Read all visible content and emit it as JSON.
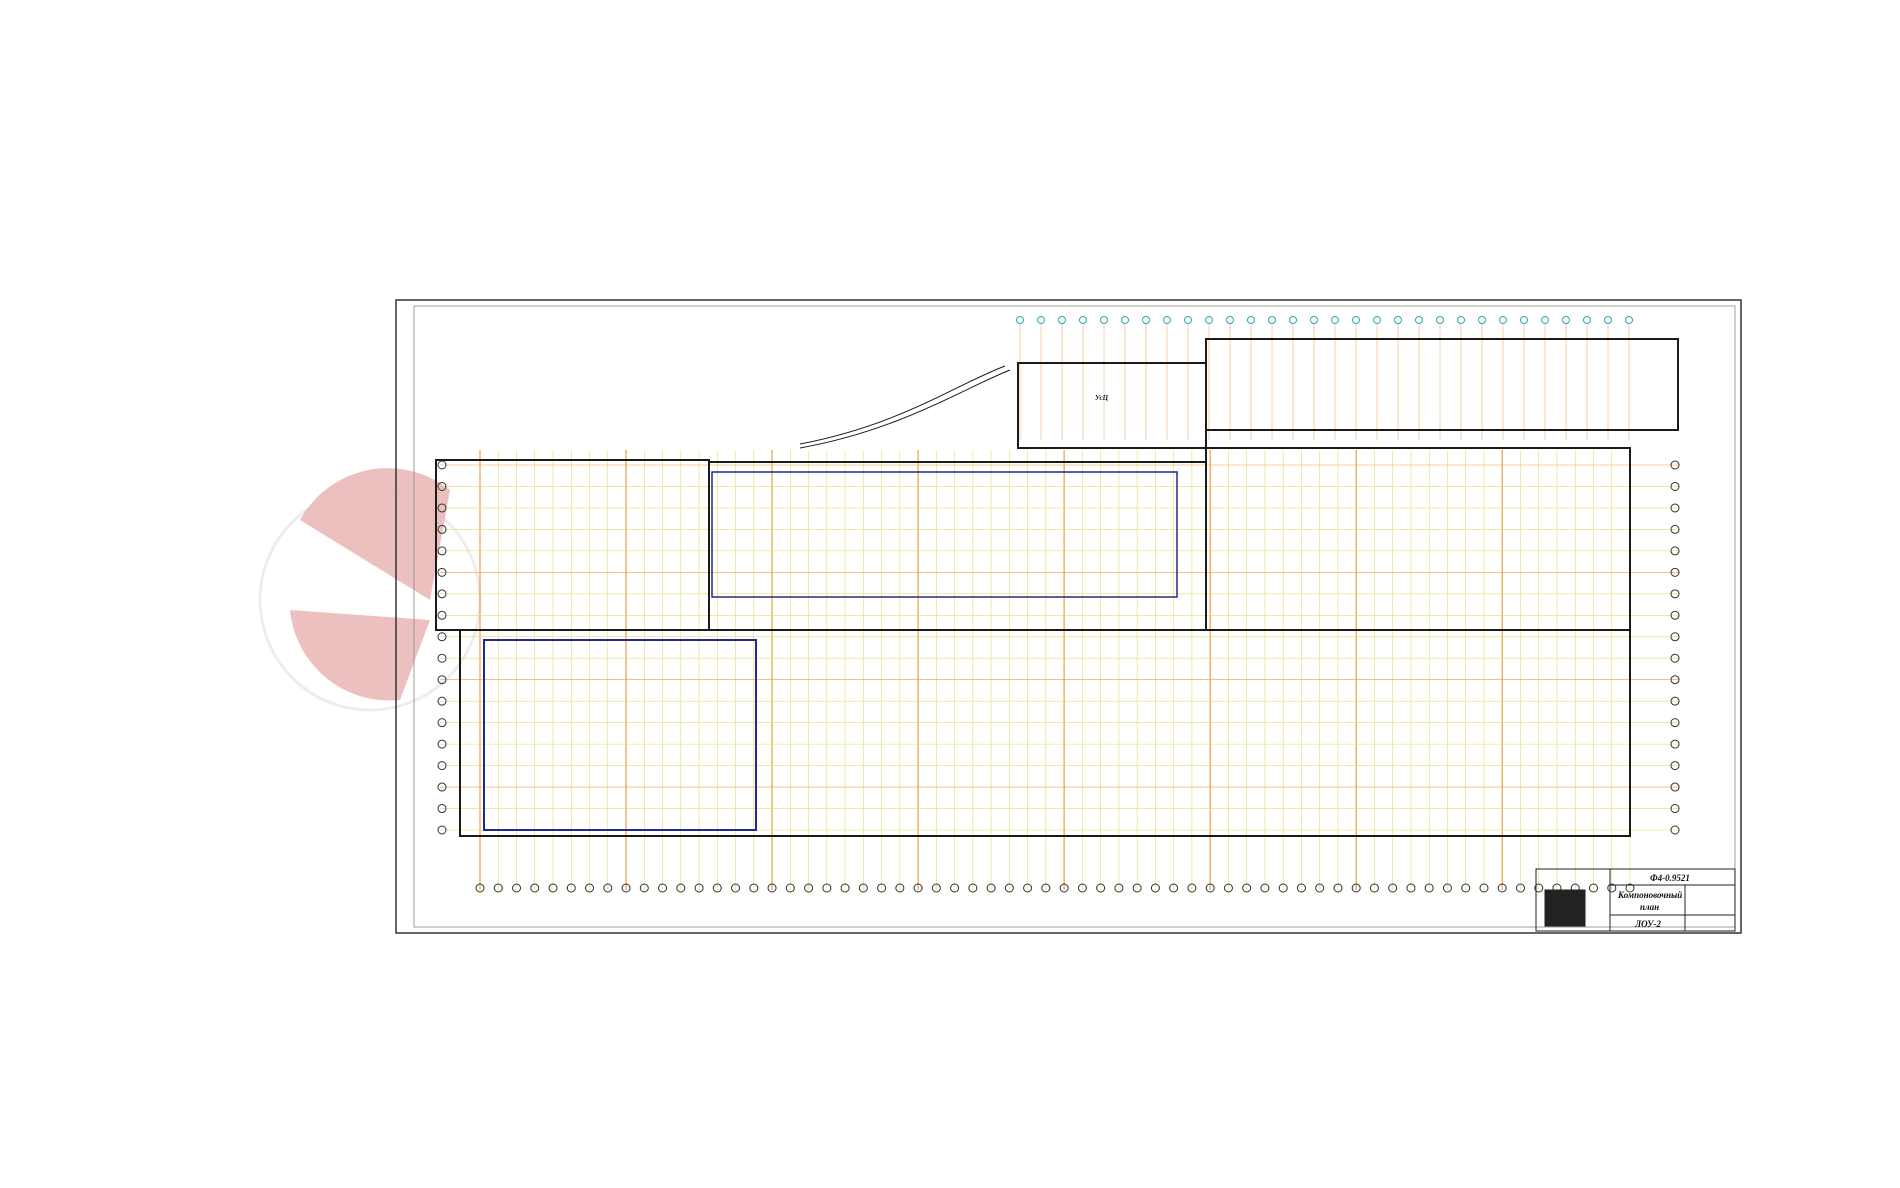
{
  "drawing": {
    "type": "factory floor layout plan",
    "title_block": {
      "code": "Ф4-0.9521",
      "title_line1": "Компоновочный",
      "title_line2": "план",
      "sheet": "ЛОУ-2"
    },
    "building_labels": {
      "uk_block": "УсЦ"
    }
  },
  "colors": {
    "line": "#1a1a1a",
    "blue_outline": "#1f2a8a",
    "grid_orange": "#e8a040",
    "grid_yellow": "#e8d870",
    "axis_cyan": "#2aa8a8",
    "watermark": "#c83a3a"
  },
  "grid": {
    "columns": 64,
    "rows": 18
  }
}
